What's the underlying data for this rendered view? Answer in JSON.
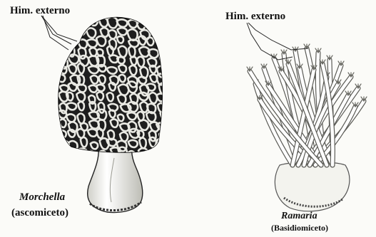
{
  "labels": {
    "left_pointer": "Him. externo",
    "right_pointer": "Him. externo",
    "left_genus": "Morchella",
    "left_group": "(ascomiceto)",
    "right_genus": "Ramaria",
    "right_group": "(Basidiomiceto)"
  },
  "colors": {
    "ink": "#111111",
    "cap_dark": "#1e1e1e",
    "ridge": "#e9e9e3",
    "stem": "#ffffff",
    "background": "#fbfbf8"
  },
  "figures": {
    "left": {
      "name": "Morchella"
    },
    "right": {
      "name": "Ramaria"
    }
  }
}
